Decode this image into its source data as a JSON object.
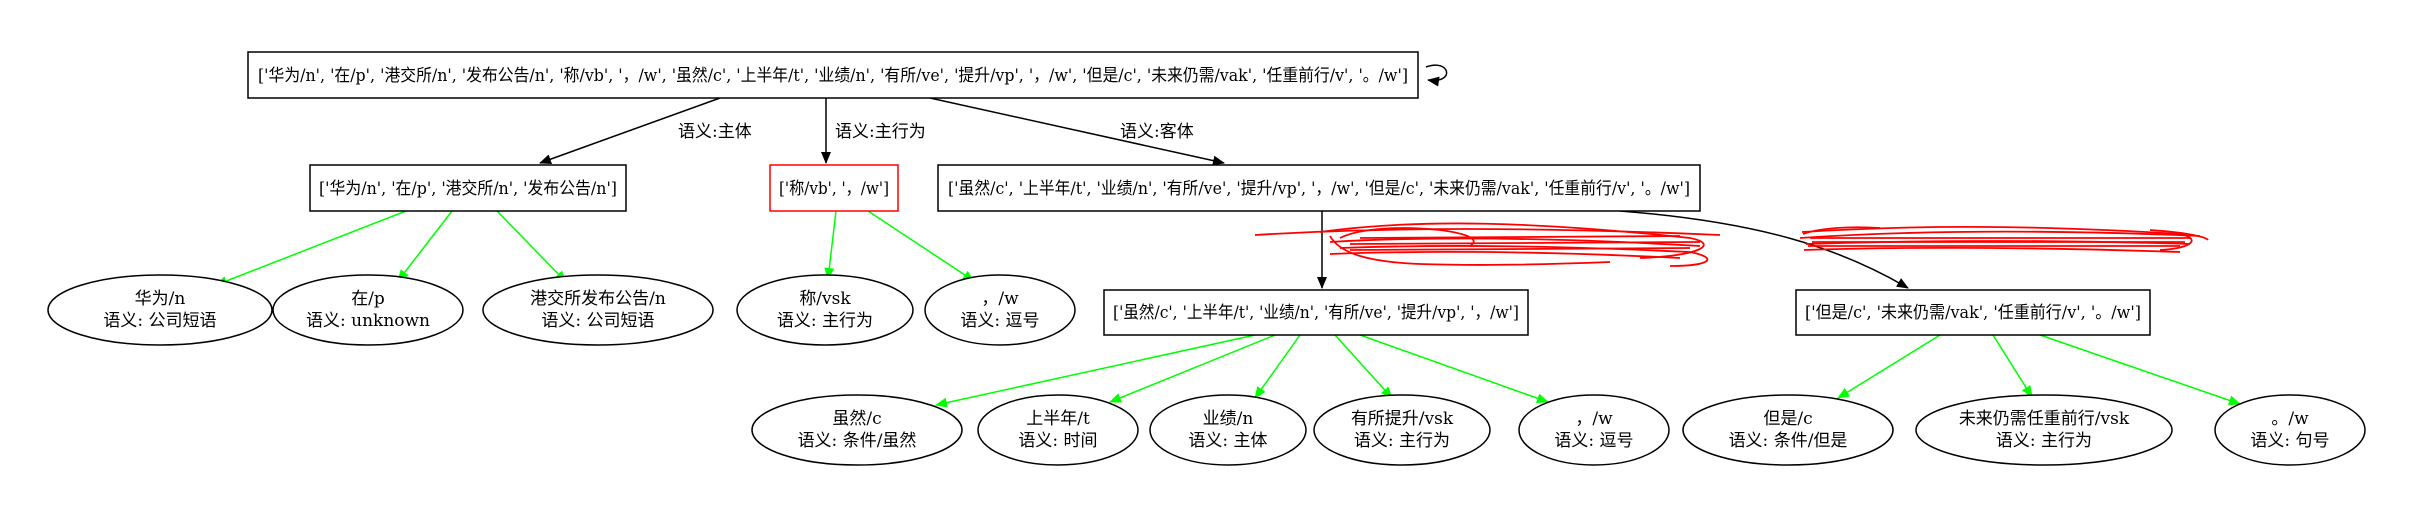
{
  "nodes": {
    "root": "['华为/n', '在/p', '港交所/n', '发布公告/n', '称/vb', '，/w', '虽然/c', '上半年/t', '业绩/n', '有所/ve', '提升/vp', '，/w', '但是/c', '未来仍需/vak', '任重前行/v', '。/w']",
    "subject": "['华为/n', '在/p', '港交所/n', '发布公告/n']",
    "predicate": "['称/vb', '，/w']",
    "object": "['虽然/c', '上半年/t', '业绩/n', '有所/ve', '提升/vp', '，/w', '但是/c', '未来仍需/vak', '任重前行/v', '。/w']",
    "object_a": "['虽然/c', '上半年/t', '业绩/n', '有所/ve', '提升/vp', '，/w']",
    "object_b": "['但是/c', '未来仍需/vak', '任重前行/v', '。/w']"
  },
  "edge_labels": {
    "subject": "语义:主体",
    "predicate": "语义:主行为",
    "object": "语义:客体"
  },
  "leaves": [
    {
      "id": "huawei",
      "word": "华为/n",
      "sem": "语义: 公司短语"
    },
    {
      "id": "zai",
      "word": "在/p",
      "sem": "语义: unknown"
    },
    {
      "id": "hkex",
      "word": "港交所发布公告/n",
      "sem": "语义: 公司短语"
    },
    {
      "id": "cheng",
      "word": "称/vsk",
      "sem": "语义: 主行为"
    },
    {
      "id": "comma1",
      "word": "，/w",
      "sem": "语义: 逗号"
    },
    {
      "id": "suiran",
      "word": "虽然/c",
      "sem": "语义: 条件/虽然"
    },
    {
      "id": "shangbannian",
      "word": "上半年/t",
      "sem": "语义: 时间"
    },
    {
      "id": "yeji",
      "word": "业绩/n",
      "sem": "语义: 主体"
    },
    {
      "id": "tisheng",
      "word": "有所提升/vsk",
      "sem": "语义: 主行为"
    },
    {
      "id": "comma2",
      "word": "，/w",
      "sem": "语义: 逗号"
    },
    {
      "id": "danshi",
      "word": "但是/c",
      "sem": "语义: 条件/但是"
    },
    {
      "id": "weilai",
      "word": "未来仍需任重前行/vsk",
      "sem": "语义: 主行为"
    },
    {
      "id": "period",
      "word": "。/w",
      "sem": "语义: 句号"
    }
  ],
  "colors": {
    "node_border": "#000000",
    "highlight_border": "#ff0000",
    "leaf_edge": "#00ff00",
    "tree_edge": "#000000",
    "scribble": "#ff0000"
  }
}
